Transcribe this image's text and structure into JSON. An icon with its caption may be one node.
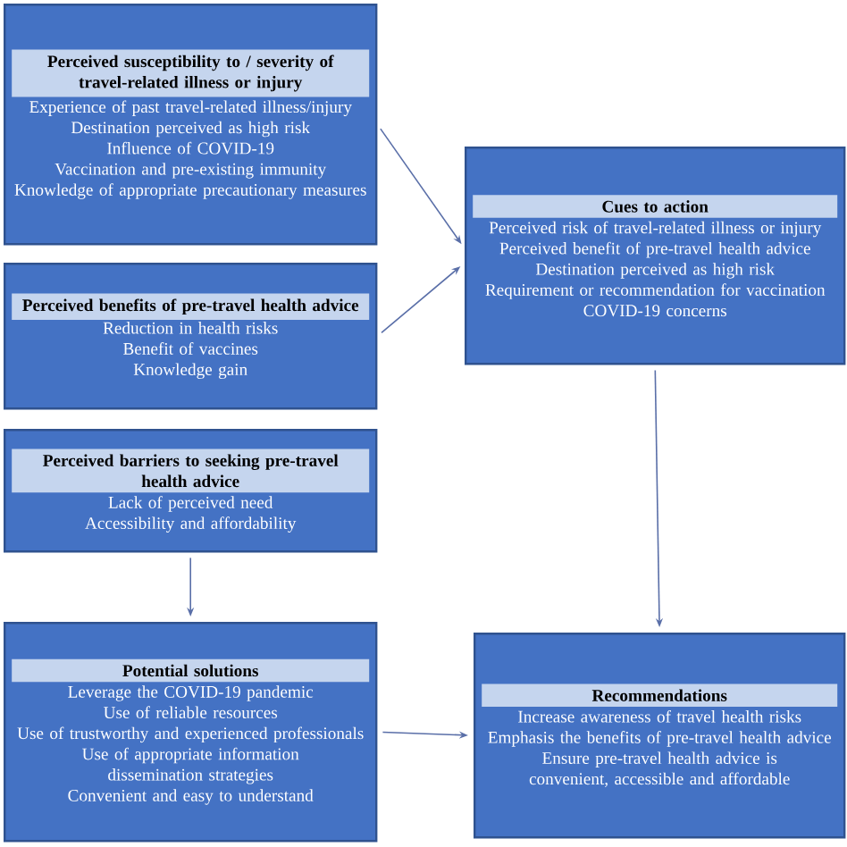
{
  "diagram": {
    "nodes": [
      {
        "text": [
          "Perceived susceptibility to / severity of travel-related illness or injury",
          "Experience of past travel-related illness/injury",
          "Destination perceived as high risk",
          "Influence of COVID-19",
          "Vaccination and pre-existing immunity",
          "Knowledge of appropriate precautionary measures"
        ]
      },
      {
        "text": [
          "Perceived benefits of pre-travel health advice",
          "Reduction in health risks",
          "Benefit of vaccines",
          "Knowledge gain"
        ]
      },
      {
        "text": [
          "Perceived barriers to seeking pre-travel health advice",
          "Lack of perceived need",
          "Accessibility and affordability"
        ]
      },
      {
        "text": [
          "Potential solutions",
          "Leverage the COVID-19 pandemic",
          "Use of reliable resources",
          "Use of trustworthy and experienced professionals",
          "Use of appropriate information dissemination strategies",
          "Convenient and easy to understand"
        ]
      },
      {
        "text": [
          "Cues to action",
          "Perceived risk of travel-related illness or injury",
          "Perceived benefit of pre-travel health advice",
          "Destination perceived as high risk",
          "Requirement or recommendation for vaccination",
          "COVID-19 concerns"
        ]
      },
      {
        "text": [
          "Recommendations",
          "Increase awareness of travel health risks",
          "Emphasis the benefits of pre-travel health advice",
          "Ensure pre-travel health advice is convenient, accessible and affordable"
        ]
      }
    ],
    "edges": [
      {
        "from": 0,
        "to": 4,
        "arrow": "to"
      },
      {
        "from": 1,
        "to": 4,
        "arrow": "to"
      },
      {
        "from": 2,
        "to": 3,
        "arrow": "to"
      },
      {
        "from": 4,
        "to": 5,
        "arrow": "to"
      },
      {
        "from": 3,
        "to": 5,
        "arrow": "to"
      }
    ]
  }
}
